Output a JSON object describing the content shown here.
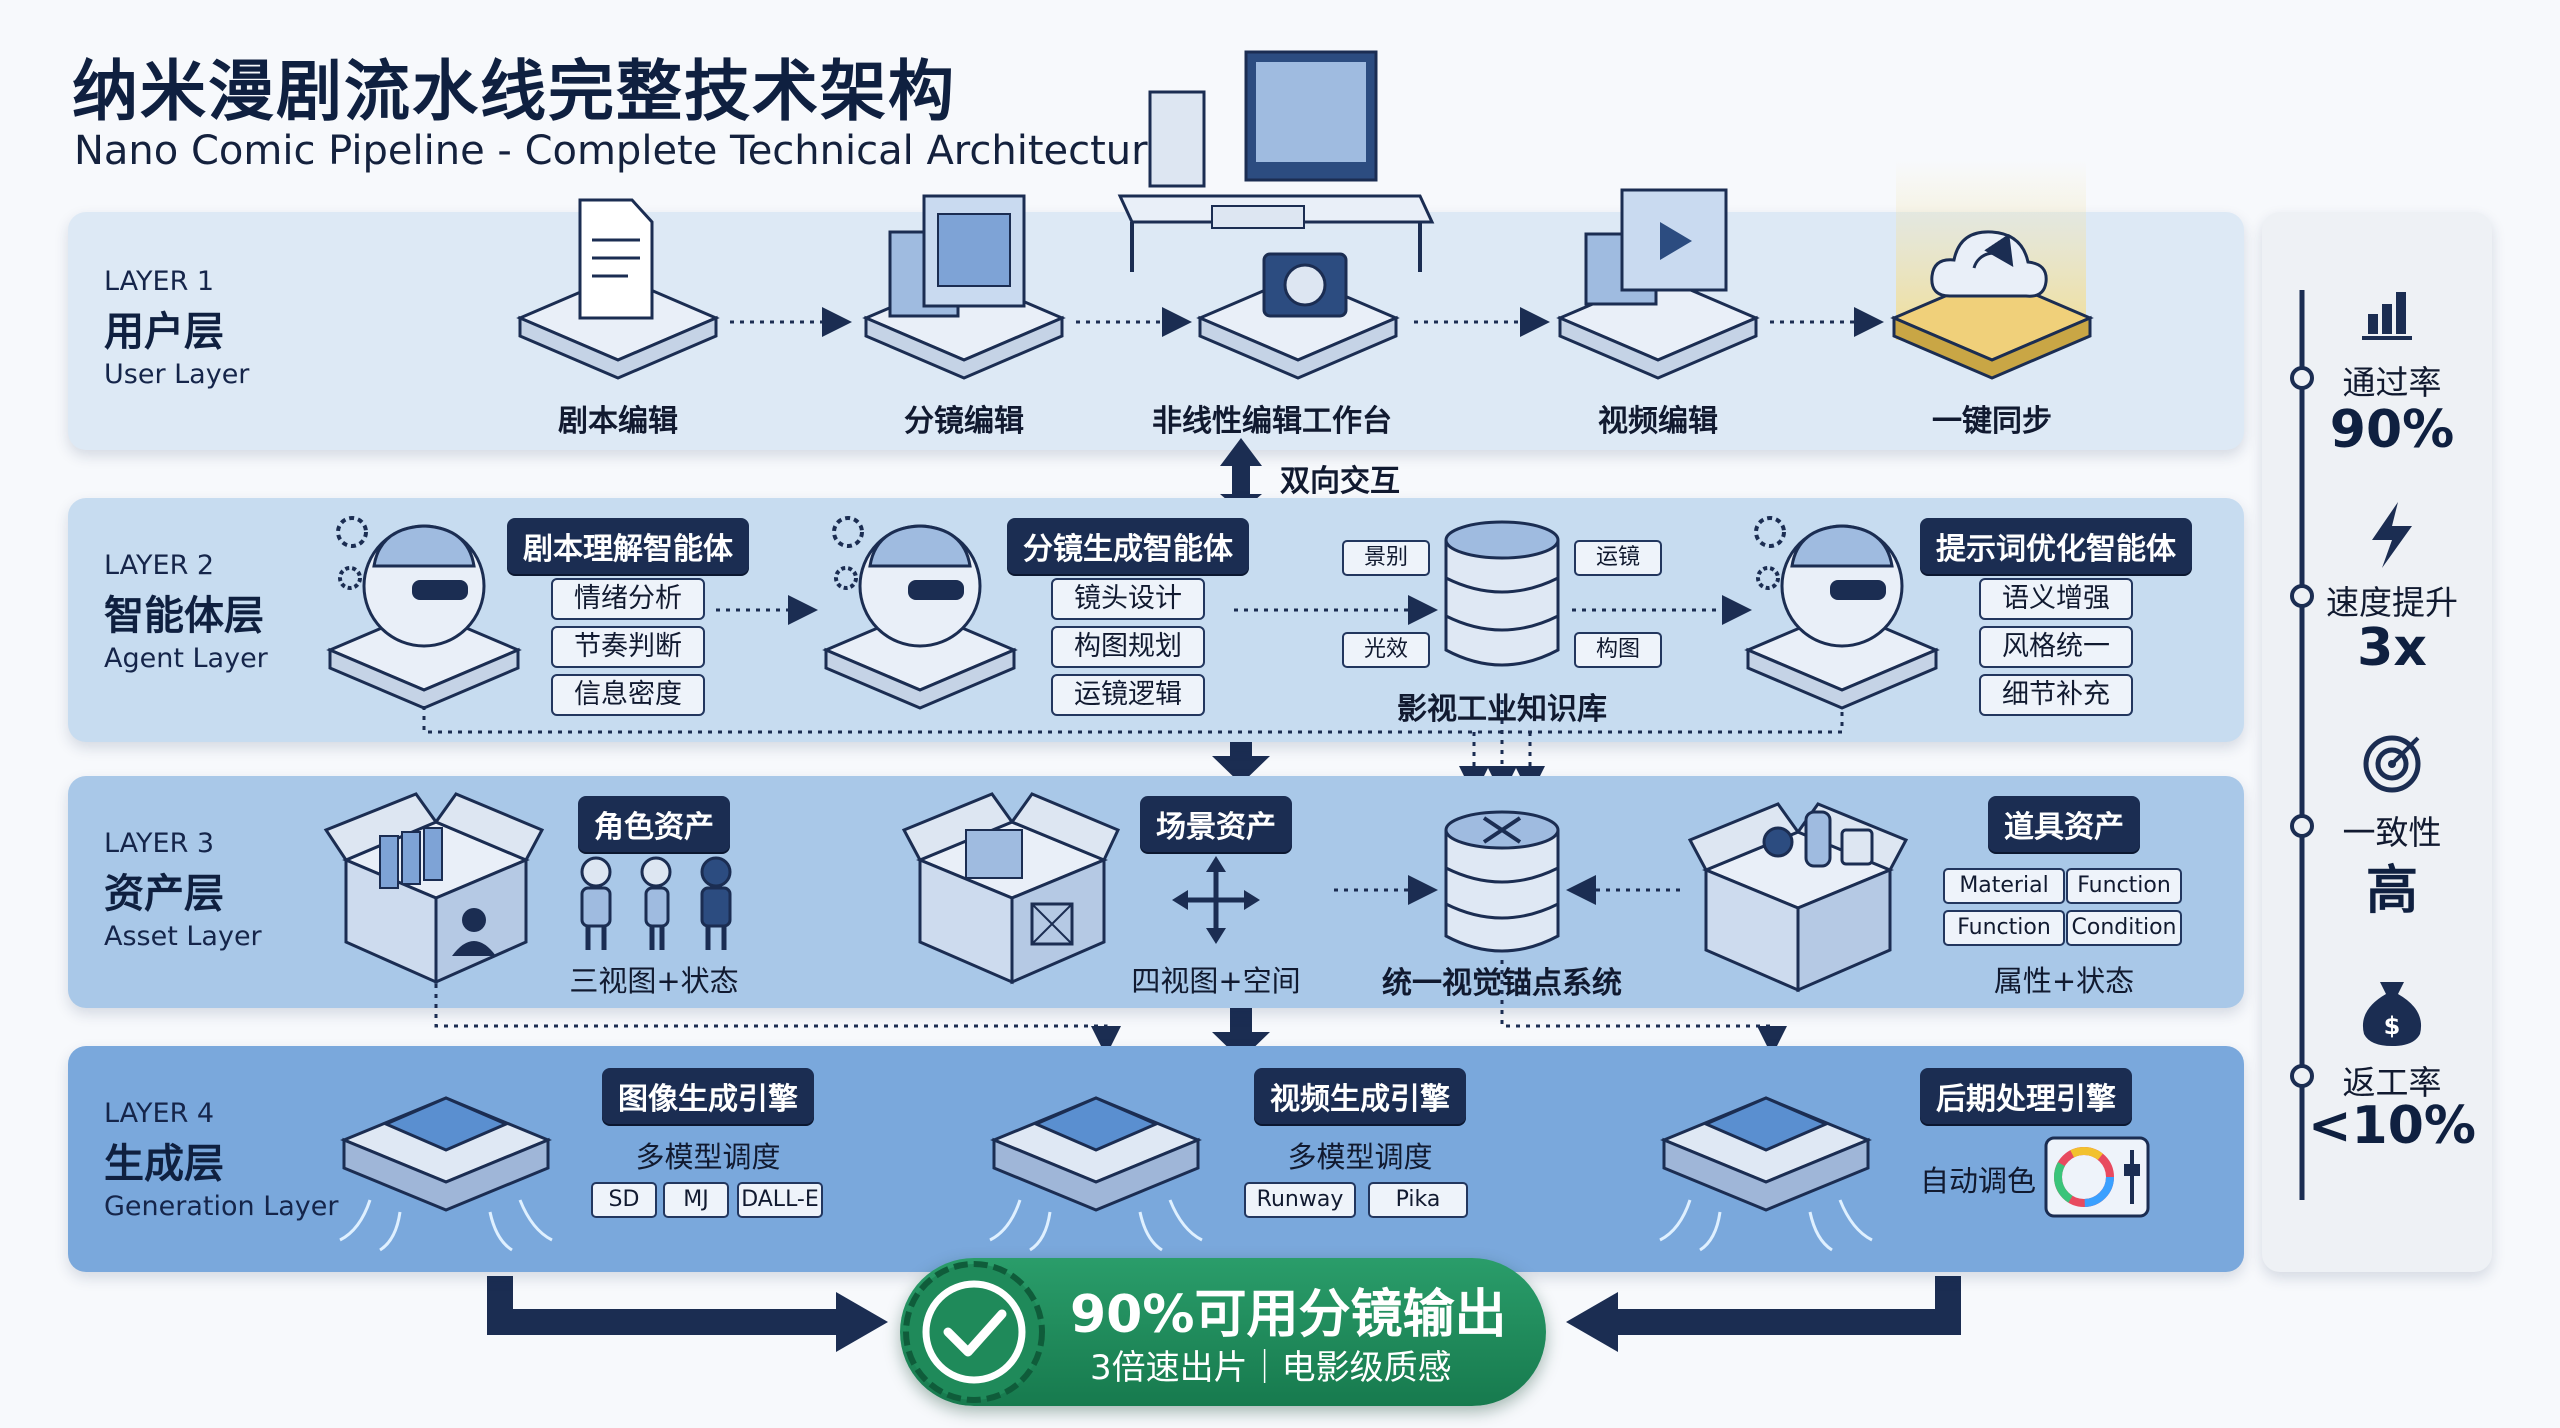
{
  "title": {
    "zh": "纳米漫剧流水线完整技术架构",
    "en": "Nano Comic Pipeline - Complete Technical Architecture"
  },
  "layer1": {
    "num": "LAYER 1",
    "zh": "用户层",
    "en": "User Layer",
    "nodes": [
      "剧本编辑",
      "分镜编辑",
      "非线性编辑工作台",
      "视频编辑",
      "一键同步"
    ]
  },
  "bidirectional": "双向交互",
  "layer2": {
    "num": "LAYER 2",
    "zh": "智能体层",
    "en": "Agent Layer",
    "agent1": {
      "title": "剧本理解智能体",
      "items": [
        "情绪分析",
        "节奏判断",
        "信息密度"
      ]
    },
    "agent2": {
      "title": "分镜生成智能体",
      "items": [
        "镜头设计",
        "构图规划",
        "运镜逻辑"
      ]
    },
    "knowledge": {
      "label": "影视工业知识库",
      "tags": [
        "景别",
        "运镜",
        "光效",
        "构图"
      ]
    },
    "agent3": {
      "title": "提示词优化智能体",
      "items": [
        "语义增强",
        "风格统一",
        "细节补充"
      ]
    }
  },
  "layer3": {
    "num": "LAYER 3",
    "zh": "资产层",
    "en": "Asset Layer",
    "character": {
      "title": "角色资产",
      "caption": "三视图+状态"
    },
    "scene": {
      "title": "场景资产",
      "caption": "四视图+空间"
    },
    "anchor": {
      "label": "统一视觉锚点系统"
    },
    "prop": {
      "title": "道具资产",
      "tags": [
        "Material",
        "Function",
        "Function",
        "Condition"
      ],
      "caption": "属性+状态"
    }
  },
  "layer4": {
    "num": "LAYER 4",
    "zh": "生成层",
    "en": "Generation Layer",
    "image": {
      "title": "图像生成引擎",
      "subtitle": "多模型调度",
      "models": [
        "SD",
        "MJ",
        "DALL-E"
      ]
    },
    "video": {
      "title": "视频生成引擎",
      "subtitle": "多模型调度",
      "models": [
        "Runway",
        "Pika"
      ]
    },
    "post": {
      "title": "后期处理引擎",
      "subtitle": "自动调色"
    }
  },
  "metrics": [
    {
      "label": "通过率",
      "value": "90%",
      "icon": "bar-chart-icon"
    },
    {
      "label": "速度提升",
      "value": "3x",
      "icon": "lightning-icon"
    },
    {
      "label": "一致性",
      "value": "高",
      "icon": "target-icon"
    },
    {
      "label": "返工率",
      "value": "<10%",
      "icon": "money-bag-icon"
    }
  ],
  "output": {
    "main": "90%可用分镜输出",
    "sub": "3倍速出片｜电影级质感"
  },
  "colors": {
    "layer1_bg": "#dde9f5",
    "layer2_bg": "#c7dcf0",
    "layer3_bg": "#a9c8e8",
    "layer4_bg": "#7aa8dc",
    "navy": "#1b2d52",
    "green": "#1f8a5a",
    "gold": "#e6c46a"
  }
}
